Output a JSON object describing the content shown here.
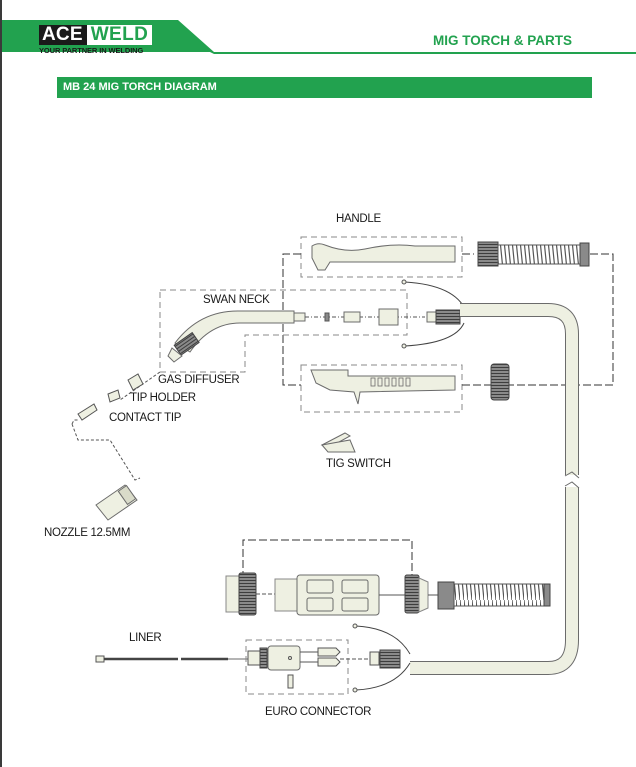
{
  "header": {
    "brand_primary": "ACE",
    "brand_secondary": "WELD",
    "tagline": "YOUR PARTNER IN WELDING",
    "section_title": "MIG TORCH & PARTS",
    "accent_color": "#22a24f"
  },
  "diagram": {
    "title": "MB 24 MIG TORCH DIAGRAM",
    "labels": {
      "handle": "HANDLE",
      "swan_neck": "SWAN NECK",
      "gas_diffuser": "GAS DIFFUSER",
      "tip_holder": "TIP HOLDER",
      "contact_tip": "CONTACT TIP",
      "nozzle": "NOZZLE 12.5MM",
      "tig_switch": "TIG SWITCH",
      "liner": "LINER",
      "euro_connector": "EURO CONNECTOR"
    },
    "part_fill_color": "#eef0e2",
    "outline_color": "#6b6b6b"
  }
}
